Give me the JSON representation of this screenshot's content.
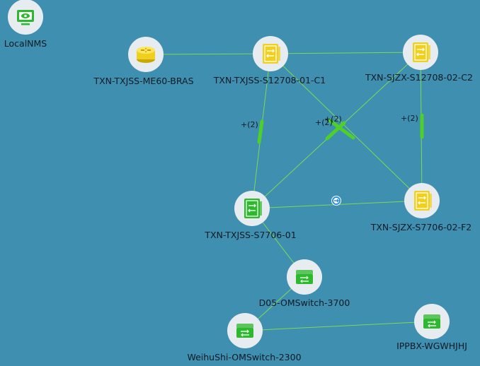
{
  "nodes": {
    "localnms": {
      "label": "LocalNMS",
      "icon": "monitor-icon",
      "kind": "nms",
      "color": "#2eb82e"
    },
    "me60": {
      "label": "TXN-TXJSS-ME60-BRAS",
      "icon": "router-icon",
      "kind": "router",
      "color": "#f0d01e"
    },
    "s12708_c1": {
      "label": "TXN-TXJSS-S12708-01-C1",
      "icon": "chassis-switch-icon",
      "kind": "chassis",
      "color": "#f0d01e"
    },
    "s12708_c2": {
      "label": "TXN-SJZX-S12708-02-C2",
      "icon": "chassis-switch-icon",
      "kind": "chassis",
      "color": "#f0d01e"
    },
    "s7706_01": {
      "label": "TXN-TXJSS-S7706-01",
      "icon": "chassis-switch-icon",
      "kind": "chassis",
      "color": "#2eb82e"
    },
    "s7706_f2": {
      "label": "TXN-SJZX-S7706-02-F2",
      "icon": "chassis-switch-icon",
      "kind": "chassis",
      "color": "#f0d01e"
    },
    "d05": {
      "label": "D05-OMSwitch-3700",
      "icon": "switch-icon",
      "kind": "switch",
      "color": "#2eb82e"
    },
    "weihushi": {
      "label": "WeihuShi-OMSwitch-2300",
      "icon": "switch-icon",
      "kind": "switch",
      "color": "#2eb82e"
    },
    "ippbx": {
      "label": "IPPBX-WGWHJHJ",
      "icon": "switch-icon",
      "kind": "switch",
      "color": "#2eb82e"
    }
  },
  "links": [
    {
      "id": "me60-c1",
      "from": "me60",
      "to": "s12708_c1"
    },
    {
      "id": "c1-c2",
      "from": "s12708_c1",
      "to": "s12708_c2"
    },
    {
      "id": "c1-s7706",
      "from": "s12708_c1",
      "to": "s7706_01",
      "bundle_label": "+(2)"
    },
    {
      "id": "c2-f2",
      "from": "s12708_c2",
      "to": "s7706_f2",
      "bundle_label": "+(2)"
    },
    {
      "id": "c1-f2",
      "from": "s12708_c1",
      "to": "s7706_f2",
      "bundle_label": "+(2)"
    },
    {
      "id": "c2-s7706",
      "from": "s12708_c2",
      "to": "s7706_01",
      "bundle_label": "+(2)"
    },
    {
      "id": "s7706-f2",
      "from": "s7706_01",
      "to": "s7706_f2",
      "marker": "link-status-icon"
    },
    {
      "id": "s7706-d05",
      "from": "s7706_01",
      "to": "d05"
    },
    {
      "id": "d05-weihushi",
      "from": "d05",
      "to": "weihushi"
    },
    {
      "id": "weihushi-ippbx",
      "from": "weihushi",
      "to": "ippbx"
    }
  ],
  "colors": {
    "background": "#3f8fb0",
    "link": "#7ed957",
    "bundle": "#4fcf2a",
    "halo": "#e6ecf0",
    "label": "#0c1a24",
    "marker": "#2b8fe0"
  }
}
